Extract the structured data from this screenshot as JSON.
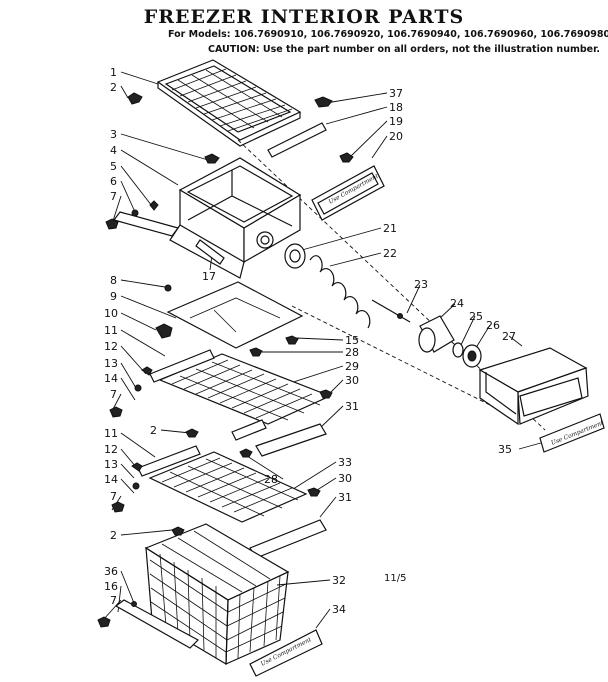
{
  "header": {
    "title": "FREEZER INTERIOR PARTS",
    "models": "For Models: 106.7690910, 106.7690920, 106.7690940, 106.7690960, 106.7690980",
    "caution": "CAUTION: Use the part number on all orders, not the illustration number."
  },
  "page_note": "11/5",
  "plate_text": "Use Compartment",
  "callouts": [
    {
      "id": "c1",
      "text": "1"
    },
    {
      "id": "c2a",
      "text": "2"
    },
    {
      "id": "c3",
      "text": "3"
    },
    {
      "id": "c4",
      "text": "4"
    },
    {
      "id": "c5",
      "text": "5"
    },
    {
      "id": "c6",
      "text": "6"
    },
    {
      "id": "c7a",
      "text": "7"
    },
    {
      "id": "c17",
      "text": "17"
    },
    {
      "id": "c37",
      "text": "37"
    },
    {
      "id": "c18",
      "text": "18"
    },
    {
      "id": "c19",
      "text": "19"
    },
    {
      "id": "c20",
      "text": "20"
    },
    {
      "id": "c21",
      "text": "21"
    },
    {
      "id": "c22",
      "text": "22"
    },
    {
      "id": "c23",
      "text": "23"
    },
    {
      "id": "c24",
      "text": "24"
    },
    {
      "id": "c25",
      "text": "25"
    },
    {
      "id": "c26",
      "text": "26"
    },
    {
      "id": "c27",
      "text": "27"
    },
    {
      "id": "c8",
      "text": "8"
    },
    {
      "id": "c9",
      "text": "9"
    },
    {
      "id": "c10",
      "text": "10"
    },
    {
      "id": "c11a",
      "text": "11"
    },
    {
      "id": "c12a",
      "text": "12"
    },
    {
      "id": "c13a",
      "text": "13"
    },
    {
      "id": "c14a",
      "text": "14"
    },
    {
      "id": "c7b",
      "text": "7"
    },
    {
      "id": "c15",
      "text": "15"
    },
    {
      "id": "c28a",
      "text": "28"
    },
    {
      "id": "c29",
      "text": "29"
    },
    {
      "id": "c30a",
      "text": "30"
    },
    {
      "id": "c31a",
      "text": "31"
    },
    {
      "id": "c2b",
      "text": "2"
    },
    {
      "id": "c35",
      "text": "35"
    },
    {
      "id": "c11b",
      "text": "11"
    },
    {
      "id": "c12b",
      "text": "12"
    },
    {
      "id": "c13b",
      "text": "13"
    },
    {
      "id": "c14b",
      "text": "14"
    },
    {
      "id": "c7c",
      "text": "7"
    },
    {
      "id": "c28b",
      "text": "28"
    },
    {
      "id": "c33",
      "text": "33"
    },
    {
      "id": "c30b",
      "text": "30"
    },
    {
      "id": "c31b",
      "text": "31"
    },
    {
      "id": "c2c",
      "text": "2"
    },
    {
      "id": "c36",
      "text": "36"
    },
    {
      "id": "c16",
      "text": "16"
    },
    {
      "id": "c7d",
      "text": "7"
    },
    {
      "id": "c32",
      "text": "32"
    },
    {
      "id": "c34",
      "text": "34"
    }
  ]
}
